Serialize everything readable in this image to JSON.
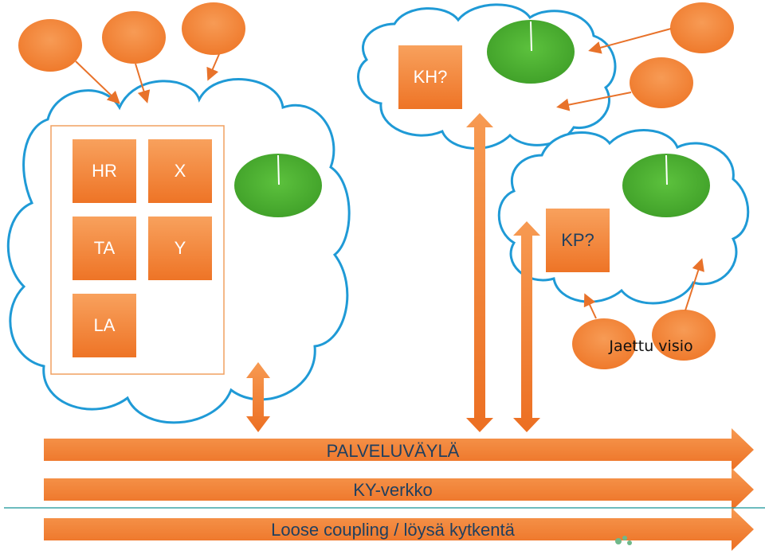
{
  "colors": {
    "cloud": "#1f9ad6",
    "orange": "#f58a3c",
    "orange_dark": "#e8722a",
    "green": "#4fb233",
    "divider": "#3ba6a8"
  },
  "boxes": {
    "hr": "HR",
    "x": "X",
    "ta": "TA",
    "y": "Y",
    "la": "LA",
    "kh": "KH?",
    "kp": "KP?"
  },
  "labels": {
    "shared_vision": "Jaettu visio"
  },
  "buses": {
    "service_bus": "PALVELUVÄYLÄ",
    "network": "KY-verkko",
    "loose": "Loose coupling / löysä kytkentä"
  }
}
